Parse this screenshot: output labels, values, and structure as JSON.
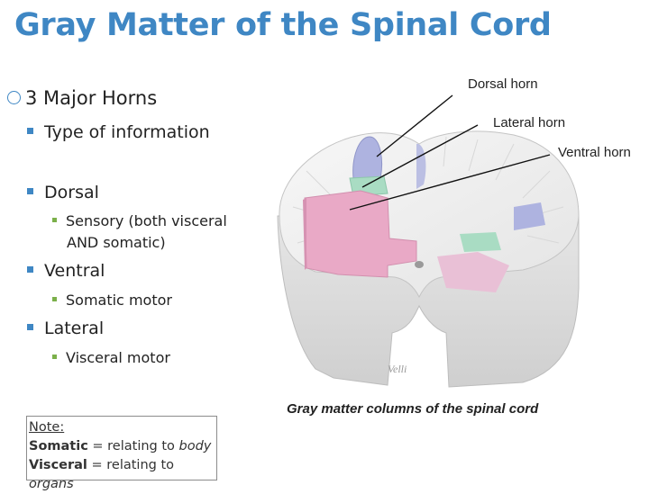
{
  "title": "Gray Matter of the Spinal Cord",
  "bullets": {
    "main": "3 Major Horns",
    "type": "Type of information",
    "dorsal": "Dorsal",
    "dorsal_sub_1": "Sensory (both visceral",
    "dorsal_sub_2": "AND somatic)",
    "ventral": "Ventral",
    "ventral_sub": "Somatic motor",
    "lateral": "Lateral",
    "lateral_sub": "Visceral motor"
  },
  "note": {
    "heading": "Note:",
    "somatic_term": "Somatic",
    "somatic_eq": " = relating to ",
    "somatic_def": "body",
    "visceral_term": "Visceral",
    "visceral_eq": " = relating to ",
    "visceral_def": "organs"
  },
  "figure": {
    "label_dorsal": "Dorsal horn",
    "label_lateral": "Lateral horn",
    "label_ventral": "Ventral horn",
    "signature": "Velli",
    "caption": "Gray matter columns of the spinal cord",
    "colors": {
      "dorsal": "#aeb3e0",
      "lateral": "#a9dcc3",
      "ventral": "#e9a9c6",
      "white_matter": "#eeeeee",
      "title": "#3f87c4"
    }
  }
}
